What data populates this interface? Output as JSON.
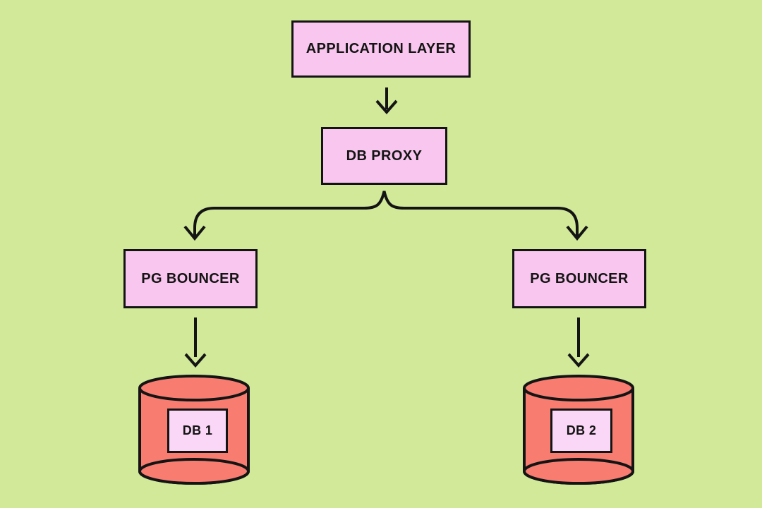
{
  "diagram": {
    "type": "flowchart",
    "colors": {
      "background": "#D1E999",
      "node_fill": "#F8C6EE",
      "label_fill": "#FAD6F7",
      "database_fill": "#F87D70",
      "line": "#141414"
    },
    "nodes": {
      "application_layer": {
        "label": "APPLICATION LAYER",
        "shape": "rectangle"
      },
      "db_proxy": {
        "label": "DB PROXY",
        "shape": "rectangle"
      },
      "pg_bouncer_left": {
        "label": "PG BOUNCER",
        "shape": "rectangle"
      },
      "pg_bouncer_right": {
        "label": "PG BOUNCER",
        "shape": "rectangle"
      },
      "db1": {
        "label": "DB 1",
        "shape": "database-cylinder"
      },
      "db2": {
        "label": "DB 2",
        "shape": "database-cylinder"
      }
    },
    "edges": [
      {
        "from": "application_layer",
        "to": "db_proxy",
        "style": "arrow-down"
      },
      {
        "from": "db_proxy",
        "to": "pg_bouncer_left",
        "style": "brace-split-arrow"
      },
      {
        "from": "db_proxy",
        "to": "pg_bouncer_right",
        "style": "brace-split-arrow"
      },
      {
        "from": "pg_bouncer_left",
        "to": "db1",
        "style": "arrow-down"
      },
      {
        "from": "pg_bouncer_right",
        "to": "db2",
        "style": "arrow-down"
      }
    ]
  }
}
